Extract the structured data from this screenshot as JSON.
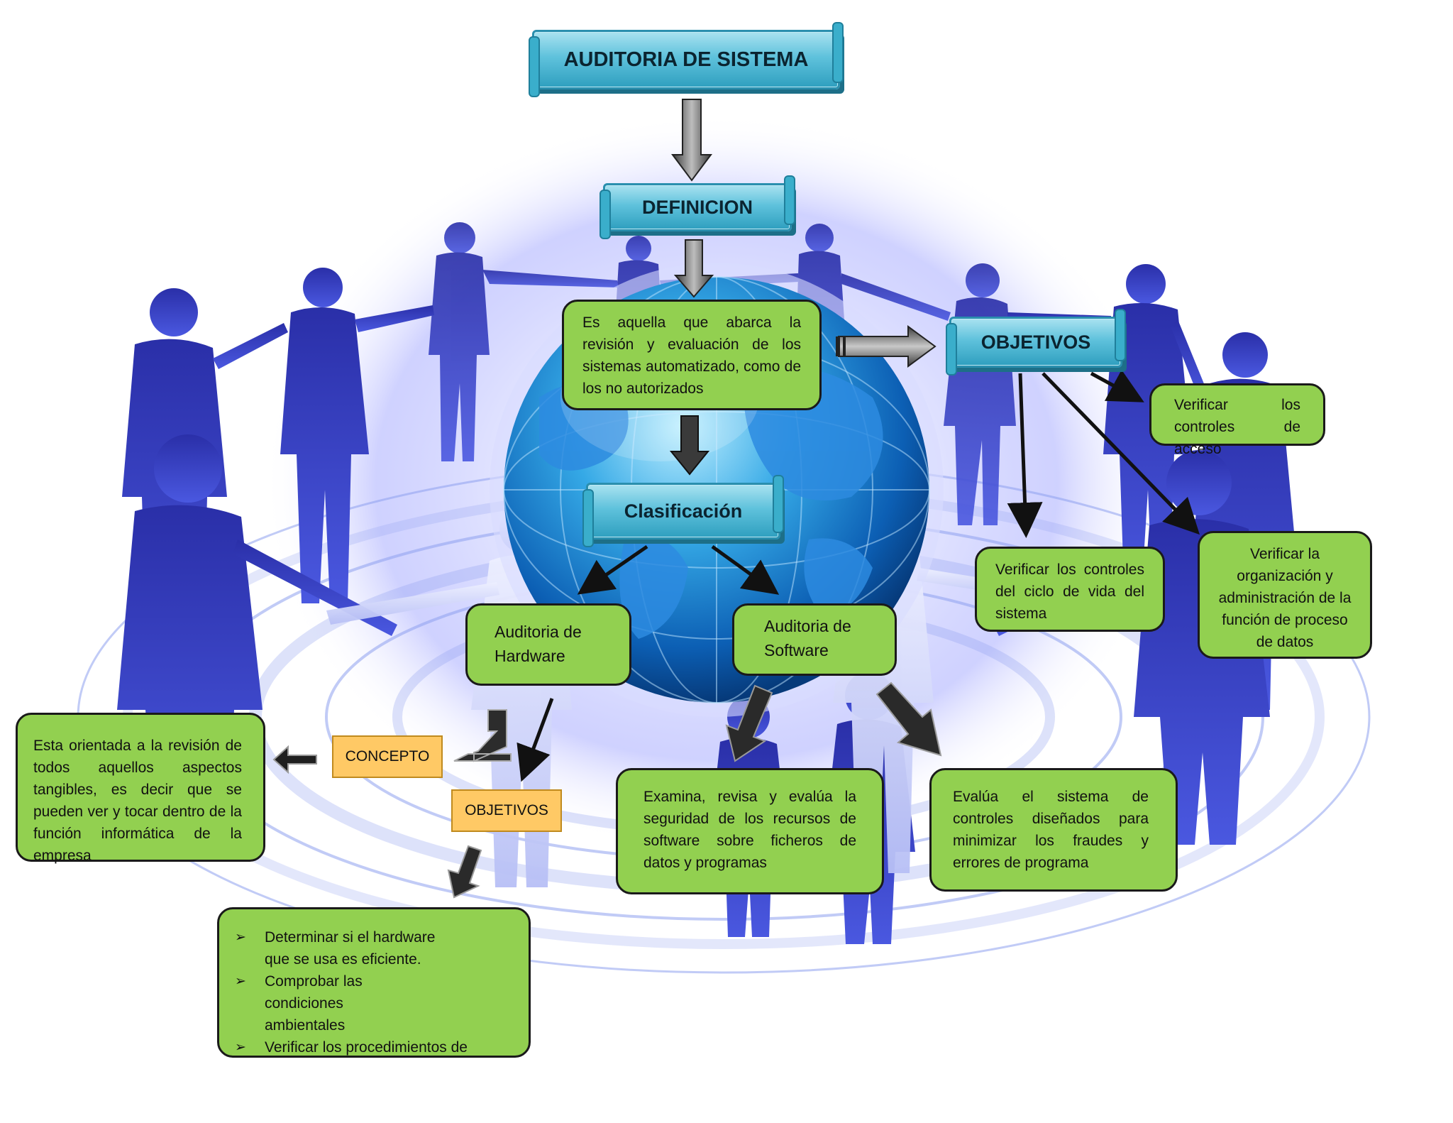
{
  "title": "AUDITORIA DE SISTEMA",
  "definicion": {
    "label": "DEFINICION",
    "text": "Es aquella que abarca la revisión y evaluación de los sistemas automatizado, como de los no autorizados"
  },
  "clasificacion": {
    "label": "Clasificación"
  },
  "objetivos_generales": {
    "label": "OBJETIVOS",
    "items": [
      "Verificar los controles de acceso",
      "Verificar los controles del ciclo de vida del sistema",
      "Verificar la organización y administración de la función de proceso de datos"
    ]
  },
  "hardware": {
    "label": "Auditoria de Hardware",
    "concepto_label": "CONCEPTO",
    "concepto_text": "Esta orientada a la revisión de todos aquellos aspectos tangibles, es decir que se pueden ver y tocar dentro de la función informática de la empresa",
    "objetivos_label": "OBJETIVOS",
    "objetivos_items": [
      "Determinar si el hardware que se usa es eficiente.",
      "Comprobar las condiciones ambientales",
      "Verificar los procedimientos de"
    ]
  },
  "software": {
    "label": "Auditoria de Software",
    "text_1": "Examina, revisa y evalúa la seguridad de los recursos de software sobre ficheros de datos y programas",
    "text_2": "Evalúa el sistema de controles diseñados para minimizar los fraudes y errores de programa"
  },
  "colors": {
    "box_green": "#92d050",
    "box_orange": "#ffc965",
    "banner_blue": "#5fc2dc",
    "figure_blue": "#3340c8"
  }
}
